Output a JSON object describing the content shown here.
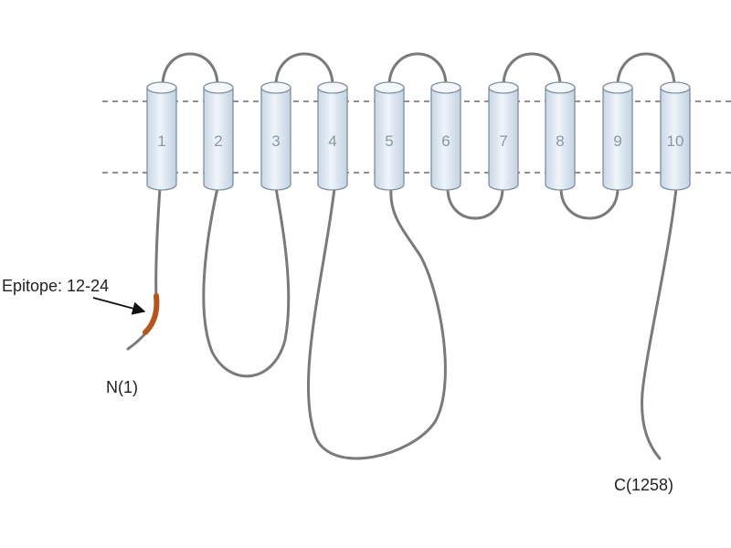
{
  "segments": [
    "1",
    "2",
    "3",
    "4",
    "5",
    "6",
    "7",
    "8",
    "9",
    "10"
  ],
  "labels": {
    "epitope": "Epitope: 12-24",
    "n_terminus": "N(1)",
    "c_terminus": "C(1258)"
  },
  "colors": {
    "strand": "#7a7a7a",
    "membrane_line": "#6b6b6b",
    "cylinder_fill": "#dde8f2",
    "cylinder_stroke": "#7f8f9e",
    "epitope": "#b5541b",
    "arrow": "#111111"
  }
}
